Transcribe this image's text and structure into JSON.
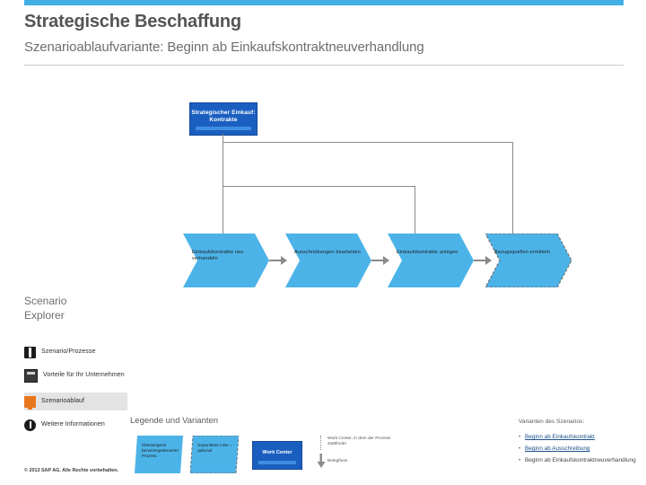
{
  "header": {
    "title": "Strategische Beschaffung",
    "subtitle": "Szenarioablaufvariante: Beginn ab Einkaufskontraktneuverhandlung",
    "accent_color": "#42b0e5"
  },
  "diagram": {
    "work_center": {
      "label": "Strategischer Einkauf: Kontrakte",
      "color": "#1a5fc0"
    },
    "steps": [
      {
        "label": "Einkaufskontrakte neu verhandeln",
        "color": "#4cb3e8",
        "optional": false
      },
      {
        "label": "Ausschreibungen bearbeiten",
        "color": "#4cb3e8",
        "optional": false
      },
      {
        "label": "Einkaufskontrakte anlegen",
        "color": "#4cb3e8",
        "optional": false
      },
      {
        "label": "Bezugsquellen ermitteln",
        "color": "#4cb3e8",
        "optional": true
      }
    ]
  },
  "explorer": {
    "title_line1": "Scenario",
    "title_line2": "Explorer",
    "items": [
      {
        "label": "Szenario/Prozesse",
        "icon": "pages-icon",
        "active": false
      },
      {
        "label": "Vorteile für Ihr Unternehmen",
        "icon": "calculator-icon",
        "active": false
      },
      {
        "label": "Szenarioablauf",
        "icon": "monitor-icon",
        "active": true
      },
      {
        "label": "Weitere Informationen",
        "icon": "info-icon",
        "active": false
      }
    ]
  },
  "legend": {
    "title": "Legende und Varianten",
    "shape_user_driven": "Überwiegend benutzergesteuerter Prozess",
    "shape_optional": "Gepunktete Linie = optional",
    "work_center_box": "Work Center",
    "note_work_center": "Work Center, in dem der Prozess stattfindet",
    "note_document_flow": "Belegfluss"
  },
  "variants": {
    "title": "Varianten des Szenarios:",
    "items": [
      {
        "label": "Beginn ab Einkaufskontrakt",
        "is_link": true
      },
      {
        "label": "Beginn ab Ausschreibung",
        "is_link": true
      },
      {
        "label": "Beginn ab Einkaufskontraktneuverhandlung",
        "is_link": false
      }
    ]
  },
  "footer": {
    "copyright": "© 2013 SAP AG. Alle Rechte vorbehalten."
  }
}
